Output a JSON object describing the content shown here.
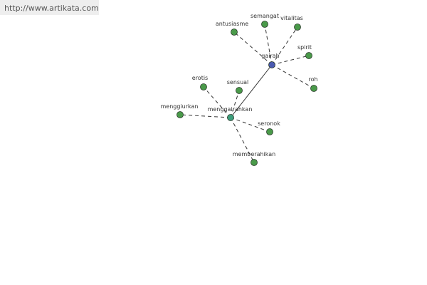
{
  "banner": {
    "url": "http://www.artikata.com"
  },
  "graph": {
    "colors": {
      "hub": "#4a5ab0",
      "secondary_hub": "#3d9e7c",
      "leaf": "#4a9a4a",
      "edge": "#333333"
    },
    "nodes": [
      {
        "id": "gairah",
        "label": "gairah",
        "kind": "hub"
      },
      {
        "id": "menggairahkan",
        "label": "menggairahkan",
        "kind": "secondary_hub"
      },
      {
        "id": "antusiasme",
        "label": "antusiasme",
        "kind": "leaf"
      },
      {
        "id": "semangat",
        "label": "semangat",
        "kind": "leaf"
      },
      {
        "id": "vitalitas",
        "label": "vitalitas",
        "kind": "leaf"
      },
      {
        "id": "spirit",
        "label": "spirit",
        "kind": "leaf"
      },
      {
        "id": "roh",
        "label": "roh",
        "kind": "leaf"
      },
      {
        "id": "erotis",
        "label": "erotis",
        "kind": "leaf"
      },
      {
        "id": "sensual",
        "label": "sensual",
        "kind": "leaf"
      },
      {
        "id": "menggiurkan",
        "label": "menggiurkan",
        "kind": "leaf"
      },
      {
        "id": "seronok",
        "label": "seronok",
        "kind": "leaf"
      },
      {
        "id": "memberahikan",
        "label": "memberahikan",
        "kind": "leaf"
      }
    ],
    "edges": [
      {
        "from": "gairah",
        "to": "menggairahkan",
        "style": "solid"
      },
      {
        "from": "gairah",
        "to": "antusiasme",
        "style": "dashed"
      },
      {
        "from": "gairah",
        "to": "semangat",
        "style": "dashed"
      },
      {
        "from": "gairah",
        "to": "vitalitas",
        "style": "dashed"
      },
      {
        "from": "gairah",
        "to": "spirit",
        "style": "dashed"
      },
      {
        "from": "gairah",
        "to": "roh",
        "style": "dashed"
      },
      {
        "from": "menggairahkan",
        "to": "erotis",
        "style": "dashed"
      },
      {
        "from": "menggairahkan",
        "to": "sensual",
        "style": "dashed"
      },
      {
        "from": "menggairahkan",
        "to": "menggiurkan",
        "style": "dashed"
      },
      {
        "from": "menggairahkan",
        "to": "seronok",
        "style": "dashed"
      },
      {
        "from": "menggairahkan",
        "to": "memberahikan",
        "style": "dashed"
      }
    ]
  }
}
